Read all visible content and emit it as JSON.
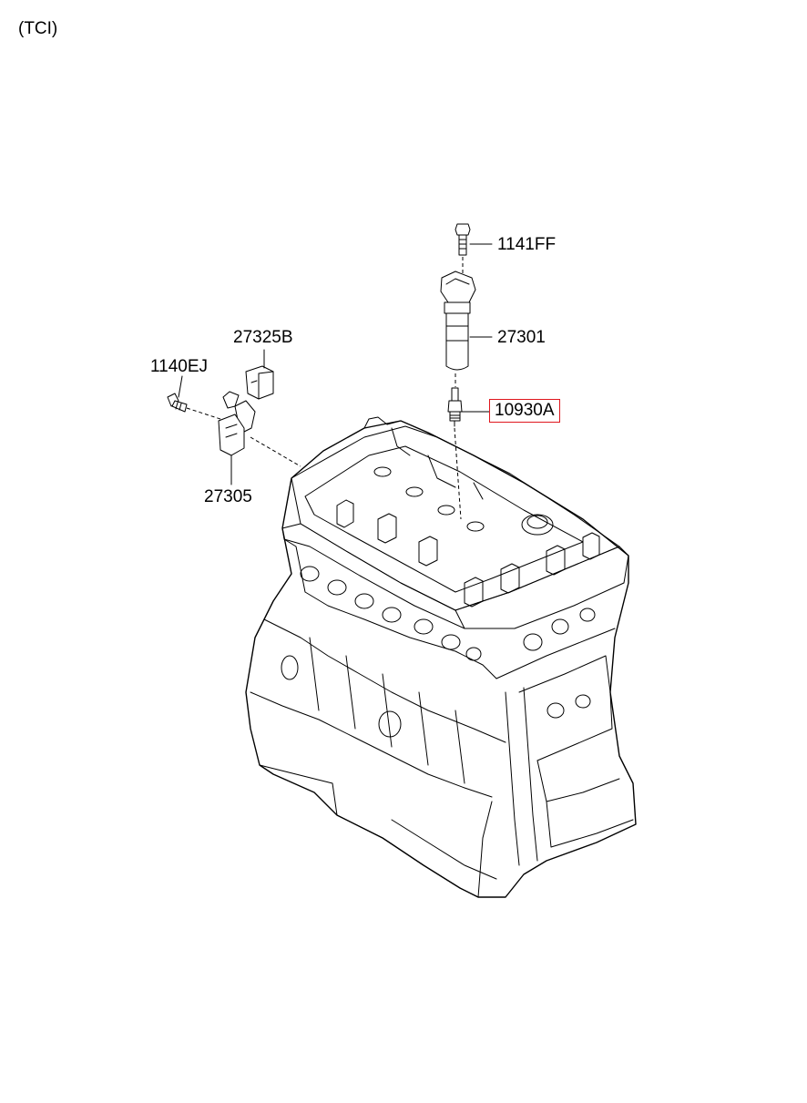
{
  "header": {
    "variant_label": "(TCI)"
  },
  "callouts": [
    {
      "id": "bolt-top",
      "part_no": "1141FF",
      "highlighted": false
    },
    {
      "id": "ignition-coil",
      "part_no": "27301",
      "highlighted": false
    },
    {
      "id": "spark-plug",
      "part_no": "10930A",
      "highlighted": true
    },
    {
      "id": "connector",
      "part_no": "27325B",
      "highlighted": false
    },
    {
      "id": "bolt-left",
      "part_no": "1140EJ",
      "highlighted": false
    },
    {
      "id": "sensor-bracket",
      "part_no": "27305",
      "highlighted": false
    }
  ],
  "colors": {
    "highlight_border": "#e0161d",
    "line": "#000000",
    "background": "#ffffff"
  }
}
